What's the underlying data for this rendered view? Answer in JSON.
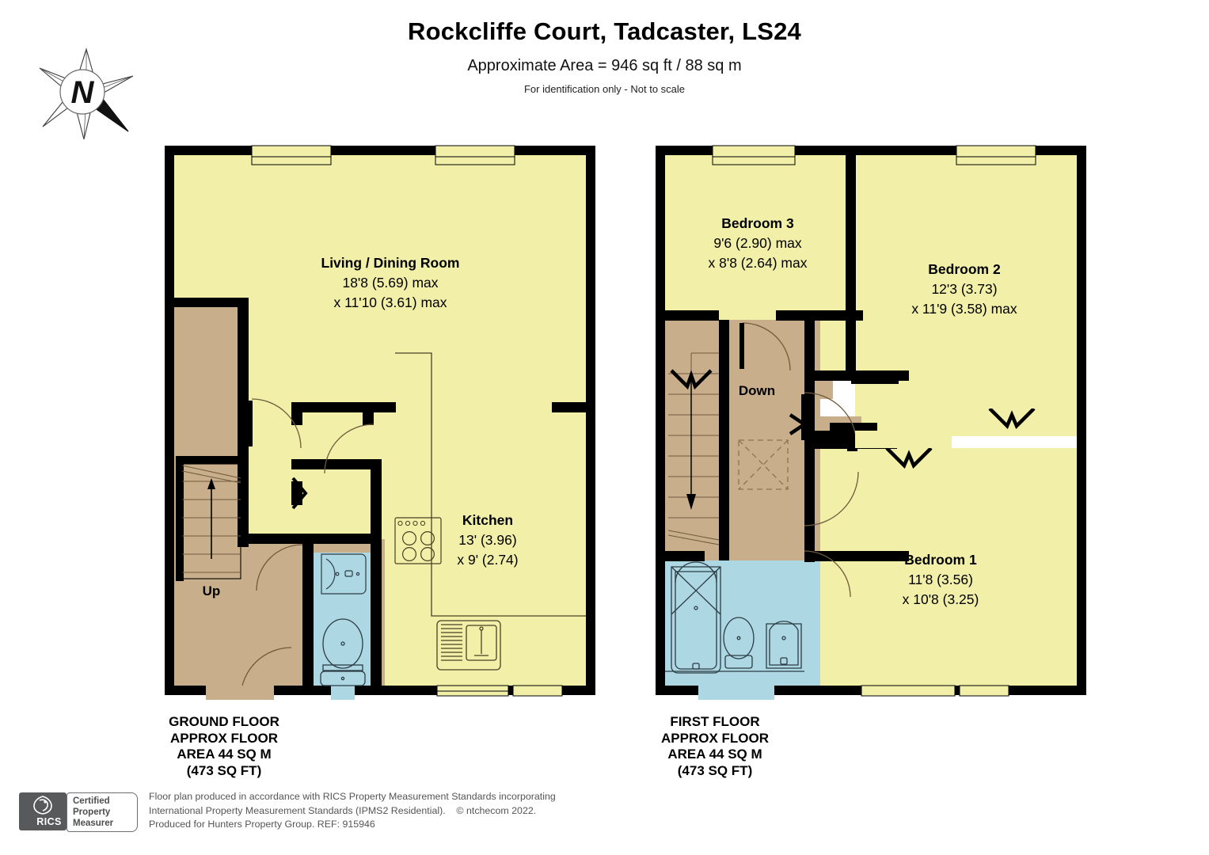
{
  "header": {
    "title": "Rockcliffe Court, Tadcaster, LS24",
    "area_line": "Approximate Area = 946 sq ft / 88 sq m",
    "disclaimer": "For identification only - Not to scale"
  },
  "compass": {
    "label": "N",
    "icon": "compass-rose-icon"
  },
  "floors": [
    {
      "id": "ground",
      "caption_lines": [
        "GROUND FLOOR",
        "APPROX FLOOR",
        "AREA 44 SQ M",
        "(473 SQ FT)"
      ],
      "rooms": [
        {
          "name": "Living / Dining Room",
          "dim_line1": "18'8 (5.69) max",
          "dim_line2": "x 11'10 (3.61) max",
          "fill": "room"
        },
        {
          "name": "Kitchen",
          "dim_line1": "13' (3.96)",
          "dim_line2": "x 9' (2.74)",
          "fill": "room"
        }
      ],
      "annotations": [
        {
          "name": "stairs-direction",
          "label": "Up"
        }
      ],
      "fixtures": [
        "hob-icon",
        "sink-icon",
        "wc-basin-icon",
        "wc-toilet-icon",
        "staircase-icon"
      ]
    },
    {
      "id": "first",
      "caption_lines": [
        "FIRST FLOOR",
        "APPROX FLOOR",
        "AREA 44 SQ M",
        "(473 SQ FT)"
      ],
      "rooms": [
        {
          "name": "Bedroom 3",
          "dim_line1": "9'6 (2.90) max",
          "dim_line2": "x 8'8 (2.64) max",
          "fill": "room"
        },
        {
          "name": "Bedroom 2",
          "dim_line1": "12'3 (3.73)",
          "dim_line2": "x 11'9 (3.58) max",
          "fill": "room"
        },
        {
          "name": "Bedroom 1",
          "dim_line1": "11'8 (3.56)",
          "dim_line2": "x 10'8 (3.25)",
          "fill": "room"
        }
      ],
      "annotations": [
        {
          "name": "stairs-direction",
          "label": "Down"
        }
      ],
      "fixtures": [
        "bath-icon",
        "toilet-icon",
        "basin-icon",
        "staircase-icon",
        "loft-hatch-icon"
      ]
    }
  ],
  "footer": {
    "rics_mark": "RICS",
    "badge_lines": [
      "Certified",
      "Property",
      "Measurer"
    ],
    "lines": [
      "Floor plan produced in accordance with RICS Property Measurement Standards incorporating",
      "International Property Measurement Standards (IPMS2 Residential).    © ntchecom 2022.",
      "Produced for Hunters Property Group. REF: 915946"
    ]
  },
  "colors": {
    "room_fill": "#F2EFA8",
    "hall_fill": "#C9AE8B",
    "wet_fill": "#ADD8E3",
    "wall": "#000000",
    "fixture_stroke": "#4a4024",
    "text": "#000000"
  }
}
